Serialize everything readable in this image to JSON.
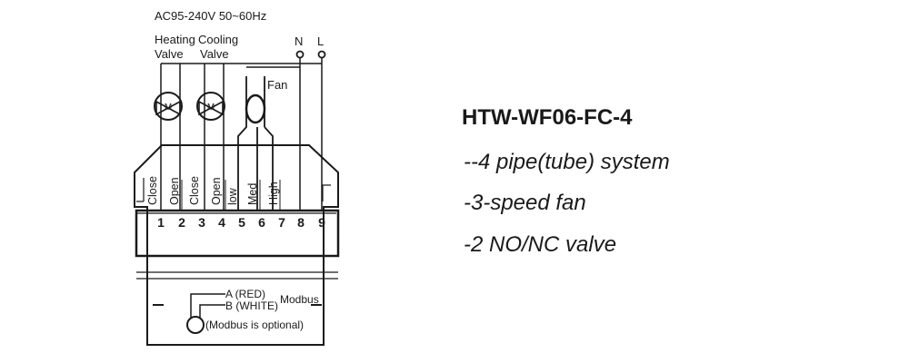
{
  "supply": "AC95-240V  50~60Hz",
  "heating_valve": [
    "Heating",
    "Valve"
  ],
  "cooling_valve": [
    "Cooling",
    "Valve"
  ],
  "neutral": "N",
  "line": "L",
  "fan": "Fan",
  "valve_motor_symbol": "M",
  "terminal_functions": [
    "Close",
    "Open",
    "Close",
    "Open",
    "low",
    "Med",
    "High"
  ],
  "terminal_numbers": [
    "1",
    "2",
    "3",
    "4",
    "5",
    "6",
    "7",
    "8",
    "9"
  ],
  "modbus": {
    "a": "A (RED)",
    "b": "B (WHITE)",
    "label": "Modbus",
    "note": "(Modbus is optional)"
  },
  "model": "HTW-WF06-FC-4",
  "features": [
    "--4 pipe(tube) system",
    "-3-speed fan",
    "-2 NO/NC valve"
  ]
}
